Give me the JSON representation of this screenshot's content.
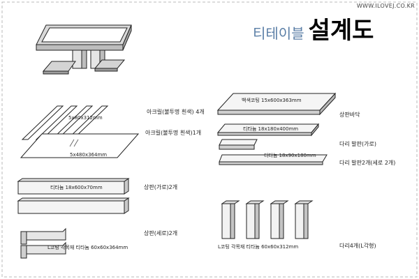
{
  "header": {
    "site_url": "WWW.ILOVEJ.CO.KR",
    "title": "티테이블",
    "subtitle": "설계도"
  },
  "parts": {
    "acrylic_opaque": {
      "label": "아크릴(불투명 흰색) 4개",
      "dims": "5x80x312mm"
    },
    "acrylic_clear": {
      "label": "아크릴(불투명 흰색)1개",
      "dims": "5x480x364mm"
    },
    "top_horizontal": {
      "label": "상판(가로)2개",
      "dims": "티타늄 18x600x70mm"
    },
    "top_vertical": {
      "label": "상판(세로)2개",
      "dims": "L코팅 각목재 티타늄 60x60x364mm"
    },
    "top_floor": {
      "label": "상판바닥",
      "dims": "백색코팅 15x600x363mm"
    },
    "leg_base_horizontal": {
      "label": "다리 발판(가로)",
      "dims": "티타늄 18x180x400mm"
    },
    "leg_base_vertical": {
      "label": "다리 발판2개(세로 2개)",
      "dims": "티타늄 18x90x180mm"
    },
    "legs": {
      "label": "다리4개(L각형)",
      "dims": "L코팅 각목재 티타늄 60x60x312mm"
    }
  }
}
